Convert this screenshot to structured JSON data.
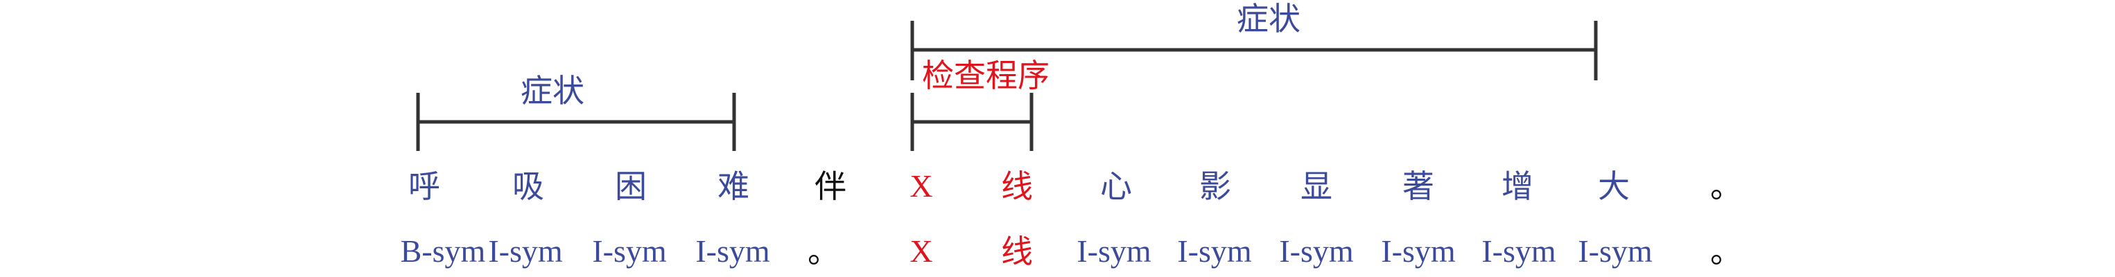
{
  "colors": {
    "blue": "#3b4a9a",
    "red": "#e0141c",
    "black": "#111111"
  },
  "entities": [
    {
      "label": "症状",
      "color": "blue"
    },
    {
      "label": "症状",
      "color": "blue"
    },
    {
      "label": "检查程序",
      "color": "red"
    }
  ],
  "characters": [
    {
      "text": "呼",
      "color": "blue"
    },
    {
      "text": "吸",
      "color": "blue"
    },
    {
      "text": "困",
      "color": "blue"
    },
    {
      "text": "难",
      "color": "blue"
    },
    {
      "text": "伴",
      "color": "black"
    },
    {
      "text": "X",
      "color": "red"
    },
    {
      "text": "线",
      "color": "red"
    },
    {
      "text": "心",
      "color": "blue"
    },
    {
      "text": "影",
      "color": "blue"
    },
    {
      "text": "显",
      "color": "blue"
    },
    {
      "text": "著",
      "color": "blue"
    },
    {
      "text": "增",
      "color": "blue"
    },
    {
      "text": "大",
      "color": "blue"
    },
    {
      "text": "。",
      "color": "black"
    }
  ],
  "tags": [
    {
      "text": "B-sym",
      "color": "blue"
    },
    {
      "text": "I-sym",
      "color": "blue"
    },
    {
      "text": "I-sym",
      "color": "blue"
    },
    {
      "text": "I-sym",
      "color": "blue"
    },
    {
      "text": "。",
      "color": "black"
    },
    {
      "text": "X",
      "color": "red"
    },
    {
      "text": "线",
      "color": "red"
    },
    {
      "text": "I-sym",
      "color": "blue"
    },
    {
      "text": "I-sym",
      "color": "blue"
    },
    {
      "text": "I-sym",
      "color": "blue"
    },
    {
      "text": "I-sym",
      "color": "blue"
    },
    {
      "text": "I-sym",
      "color": "blue"
    },
    {
      "text": "I-sym",
      "color": "blue"
    },
    {
      "text": "。",
      "color": "black"
    }
  ]
}
